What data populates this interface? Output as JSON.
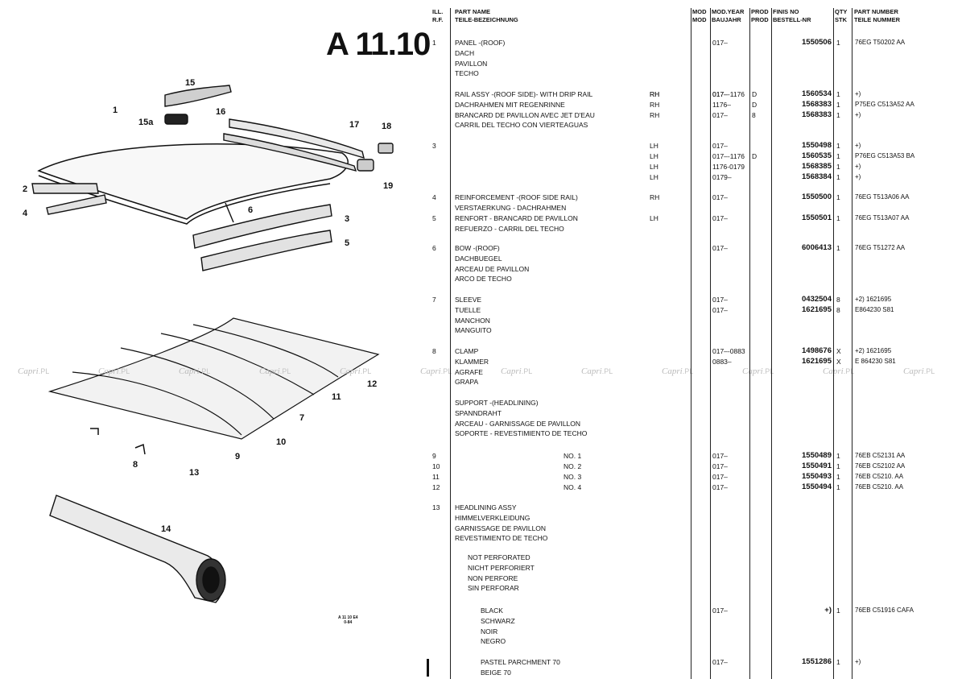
{
  "page": {
    "title": "A 11.10",
    "drawing_ref": [
      "A 11 10 E4",
      "0-84"
    ]
  },
  "watermark": {
    "brand": "Capri",
    "suffix": ".PL"
  },
  "callouts": [
    "1",
    "15",
    "16",
    "15a",
    "17",
    "18",
    "19",
    "2",
    "4",
    "6",
    "3",
    "5",
    "12",
    "11",
    "7",
    "10",
    "9",
    "8",
    "13",
    "14"
  ],
  "table": {
    "headers": {
      "ref": "ILL.\nR.F.",
      "name": "PART NAME\nTEILE-BEZEICHNUNG",
      "mod": "MOD\nMOD",
      "modyear": "MOD.YEAR\nBAUJAHR",
      "prod": "PROD\nPROD",
      "finis": "FINIS NO\nBESTELL-NR",
      "qty": "QTY\nSTK",
      "pn": "PART NUMBER\nTEILE NUMMER"
    },
    "rows": [
      {
        "ref": "1",
        "name": [
          "PANEL -(ROOF)",
          "DACH",
          "PAVILLON",
          "TECHO"
        ],
        "side": "",
        "mod": "017–",
        "prod": "",
        "finis": "1550506",
        "qty": "1",
        "pn": "76EG T50202 AA"
      },
      {
        "ref": "",
        "name": [
          "RAIL ASSY -(ROOF SIDE)- WITH DRIP RAIL",
          "DACHRAHMEN MIT REGENRINNE",
          "BRANCARD DE PAVILLON AVEC JET D'EAU",
          "CARRIL DEL TECHO CON VIERTEAGUAS"
        ],
        "side": "RH",
        "mod": "017–",
        "prod": "",
        "finis": "",
        "qty": "",
        "pn": ""
      },
      {
        "ref": "",
        "name": [],
        "side": "RH",
        "mod": "017–-1176",
        "prod": "D",
        "finis": "1560534",
        "qty": "1",
        "pn": "+)"
      },
      {
        "ref": "",
        "name": [],
        "side": "RH",
        "mod": "1176–",
        "prod": "D",
        "finis": "1568383",
        "qty": "1",
        "pn": "P75EG C513A52 AA"
      },
      {
        "ref": "",
        "name": [],
        "side": "RH",
        "mod": "017–",
        "prod": "8",
        "finis": "1568383",
        "qty": "1",
        "pn": "+)"
      },
      {
        "ref": "3",
        "name": [],
        "side": "LH",
        "mod": "017–",
        "prod": "",
        "finis": "1550498",
        "qty": "1",
        "pn": "+)"
      },
      {
        "ref": "",
        "name": [],
        "side": "LH",
        "mod": "017–-1176",
        "prod": "D",
        "finis": "1560535",
        "qty": "1",
        "pn": "P76EG C513A53 BA"
      },
      {
        "ref": "",
        "name": [],
        "side": "LH",
        "mod": "1176-0179",
        "prod": "",
        "finis": "1568385",
        "qty": "1",
        "pn": "+)"
      },
      {
        "ref": "",
        "name": [],
        "side": "LH",
        "mod": "0179–",
        "prod": "",
        "finis": "1568384",
        "qty": "1",
        "pn": "+)"
      },
      {
        "ref": "4",
        "name": [
          "REINFORCEMENT -(ROOF SIDE RAIL)",
          "VERSTAERKUNG - DACHRAHMEN"
        ],
        "side": "RH",
        "mod": "017–",
        "prod": "",
        "finis": "1550500",
        "qty": "1",
        "pn": "76EG T513A06 AA"
      },
      {
        "ref": "5",
        "name": [
          "RENFORT - BRANCARD DE PAVILLON",
          "REFUERZO - CARRIL DEL TECHO"
        ],
        "side": "LH",
        "mod": "017–",
        "prod": "",
        "finis": "1550501",
        "qty": "1",
        "pn": "76EG T513A07 AA"
      },
      {
        "ref": "6",
        "name": [
          "BOW -(ROOF)",
          "DACHBUEGEL",
          "ARCEAU DE PAVILLON",
          "ARCO DE TECHO"
        ],
        "side": "",
        "mod": "017–",
        "prod": "",
        "finis": "6006413",
        "qty": "1",
        "pn": "76EG T51272 AA"
      },
      {
        "ref": "7",
        "name": [
          "SLEEVE",
          "TUELLE",
          "MANCHON",
          "MANGUITO"
        ],
        "side": "",
        "mod": "017–",
        "prod": "",
        "finis": "0432504",
        "qty": "8",
        "pn": "+2) 1621695"
      },
      {
        "ref": "",
        "name": [],
        "side": "",
        "mod": "017–",
        "prod": "",
        "finis": "1621695",
        "qty": "8",
        "pn": "E864230 S81"
      },
      {
        "ref": "8",
        "name": [
          "CLAMP",
          "KLAMMER",
          "AGRAFE",
          "GRAPA"
        ],
        "side": "",
        "mod": "017–-0883",
        "prod": "",
        "finis": "1498676",
        "qty": "X",
        "pn": "+2) 1621695"
      },
      {
        "ref": "",
        "name": [],
        "side": "",
        "mod": "0883–",
        "prod": "",
        "finis": "1621695",
        "qty": "X",
        "pn": "E 864230 S81"
      },
      {
        "ref": "",
        "name": [
          "SUPPORT -(HEADLINING)",
          "SPANNDRAHT",
          "ARCEAU - GARNISSAGE DE PAVILLON",
          "SOPORTE - REVESTIMIENTO DE TECHO"
        ],
        "side": "",
        "mod": "",
        "prod": "",
        "finis": "",
        "qty": "",
        "pn": ""
      },
      {
        "ref": "9",
        "name": [
          "NO. 1"
        ],
        "side": "",
        "mod": "017–",
        "prod": "",
        "finis": "1550489",
        "qty": "1",
        "pn": "76EB C52131 AA"
      },
      {
        "ref": "10",
        "name": [
          "NO. 2"
        ],
        "side": "",
        "mod": "017–",
        "prod": "",
        "finis": "1550491",
        "qty": "1",
        "pn": "76EB C52102 AA"
      },
      {
        "ref": "11",
        "name": [
          "NO. 3"
        ],
        "side": "",
        "mod": "017–",
        "prod": "",
        "finis": "1550493",
        "qty": "1",
        "pn": "76EB C5210. AA"
      },
      {
        "ref": "12",
        "name": [
          "NO. 4"
        ],
        "side": "",
        "mod": "017–",
        "prod": "",
        "finis": "1550494",
        "qty": "1",
        "pn": "76EB C5210. AA"
      },
      {
        "ref": "13",
        "name": [
          "HEADLINING ASSY",
          "HIMMELVERKLEIDUNG",
          "GARNISSAGE DE PAVILLON",
          "REVESTIMIENTO DE TECHO"
        ],
        "side": "",
        "mod": "",
        "prod": "",
        "finis": "",
        "qty": "",
        "pn": ""
      },
      {
        "ref": "",
        "name": [
          "NOT PERFORATED",
          "NICHT PERFORIERT",
          "NON PERFORE",
          "SIN PERFORAR"
        ],
        "side": "",
        "mod": "",
        "prod": "",
        "finis": "",
        "qty": "",
        "pn": ""
      },
      {
        "ref": "",
        "name": [
          "BLACK",
          "SCHWARZ",
          "NOIR",
          "NEGRO"
        ],
        "side": "",
        "mod": "017–",
        "prod": "",
        "finis": "+)",
        "qty": "1",
        "pn": "76EB C51916 CAFA"
      },
      {
        "ref": "",
        "name": [
          "PASTEL PARCHMENT 70",
          "BEIGE 70"
        ],
        "side": "",
        "mod": "017–",
        "prod": "",
        "finis": "1551286",
        "qty": "1",
        "pn": "+)"
      }
    ]
  }
}
